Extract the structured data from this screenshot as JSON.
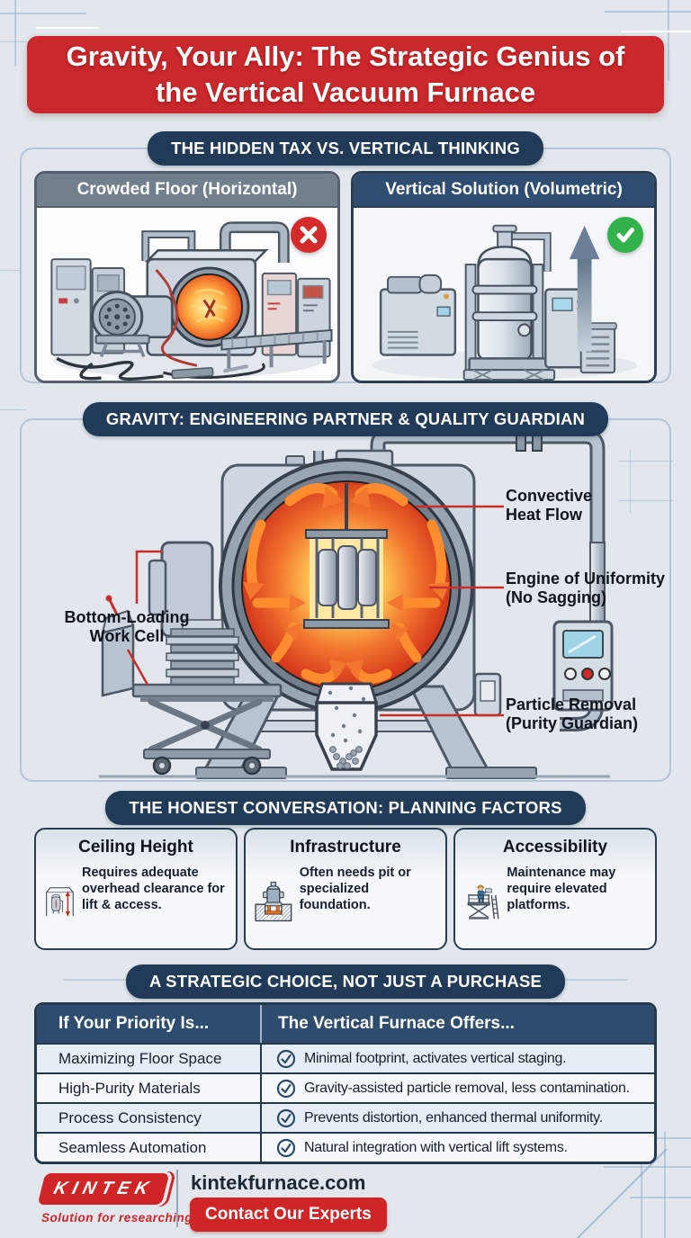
{
  "page": {
    "title": "Gravity, Your Ally: The Strategic Genius of the Vertical Vacuum Furnace"
  },
  "colors": {
    "accent_red": "#c9282c",
    "navy_pill": "#203a57",
    "panel_gray_header": "#72808e",
    "panel_navy_header": "#2e4d70",
    "success_green": "#31b24b",
    "error_red": "#d42a2a",
    "table_header": "#2d4c6e"
  },
  "comparison": {
    "header": "THE HIDDEN TAX VS. VERTICAL THINKING",
    "left_panel": {
      "title": "Crowded Floor (Horizontal)"
    },
    "right_panel": {
      "title": "Vertical Solution (Volumetric)"
    }
  },
  "gravity": {
    "header": "GRAVITY: ENGINEERING PARTNER & QUALITY GUARDIAN",
    "labels": {
      "convective": "Convective Heat Flow",
      "uniformity": "Engine of Uniformity (No Sagging)",
      "particle": "Particle Removal (Purity Guardian)",
      "bottom_loading": "Bottom-Loading Work Cell"
    }
  },
  "planning": {
    "header": "THE HONEST CONVERSATION: PLANNING FACTORS",
    "cards": [
      {
        "title": "Ceiling Height",
        "text": "Requires adequate overhead clearance for lift & access."
      },
      {
        "title": "Infrastructure",
        "text": "Often needs pit or specialized foundation."
      },
      {
        "title": "Accessibility",
        "text": "Maintenance may require elevated platforms."
      }
    ]
  },
  "strategic": {
    "header": "A STRATEGIC CHOICE, NOT JUST A PURCHASE",
    "columns": [
      "If Your Priority Is...",
      "The Vertical Furnace Offers..."
    ],
    "rows": [
      {
        "priority": "Maximizing Floor Space",
        "offer": "Minimal footprint, activates vertical staging."
      },
      {
        "priority": "High-Purity Materials",
        "offer": "Gravity-assisted particle removal, less contamination."
      },
      {
        "priority": "Process Consistency",
        "offer": "Prevents distortion, enhanced thermal uniformity."
      },
      {
        "priority": "Seamless Automation",
        "offer": "Natural integration with vertical lift systems."
      }
    ]
  },
  "footer": {
    "brand": "KINTEK",
    "tagline": "Solution for researching",
    "website": "kintekfurnace.com",
    "cta": "Contact Our Experts"
  }
}
